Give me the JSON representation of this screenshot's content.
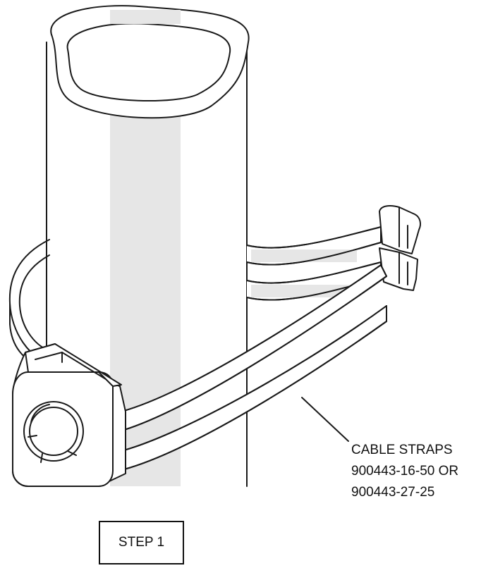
{
  "callout": {
    "line1": "CABLE STRAPS",
    "line2": "900443-16-50 OR",
    "line3": "900443-27-25"
  },
  "step": {
    "label": "STEP 1"
  },
  "colors": {
    "line": "#1a1a1a",
    "fill": "#ffffff",
    "shade": "#e6e6e6"
  }
}
